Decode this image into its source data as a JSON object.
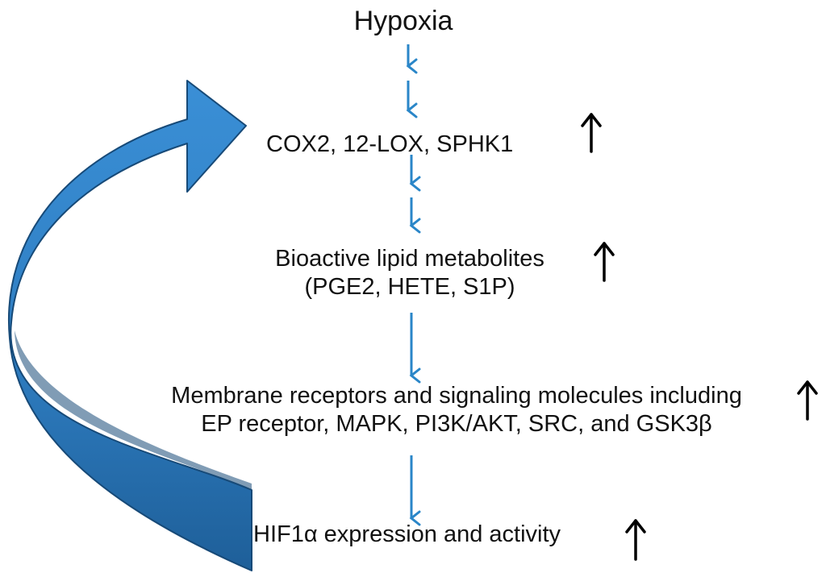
{
  "nodes": {
    "hypoxia": "Hypoxia",
    "enzymes": "COX2, 12-LOX, SPHK1",
    "lipids_line1": "Bioactive lipid metabolites",
    "lipids_line2": "(PGE2, HETE, S1P)",
    "receptors_line1": "Membrane receptors and signaling molecules including",
    "receptors_line2": "EP receptor, MAPK, PI3K/AKT, SRC, and GSK3β",
    "hif": "HIF1α expression and activity"
  },
  "colors": {
    "flow_arrow": "#2a86c8",
    "feedback_light": "#3a8fd6",
    "feedback_dark": "#1e5f99",
    "feedback_edge": "#174a78",
    "up_arrow": "#000000",
    "text": "#111111"
  },
  "icons": {
    "flow": "arrow-down-icon",
    "increase": "arrow-up-icon",
    "feedback": "curved-feedback-arrow-icon"
  }
}
